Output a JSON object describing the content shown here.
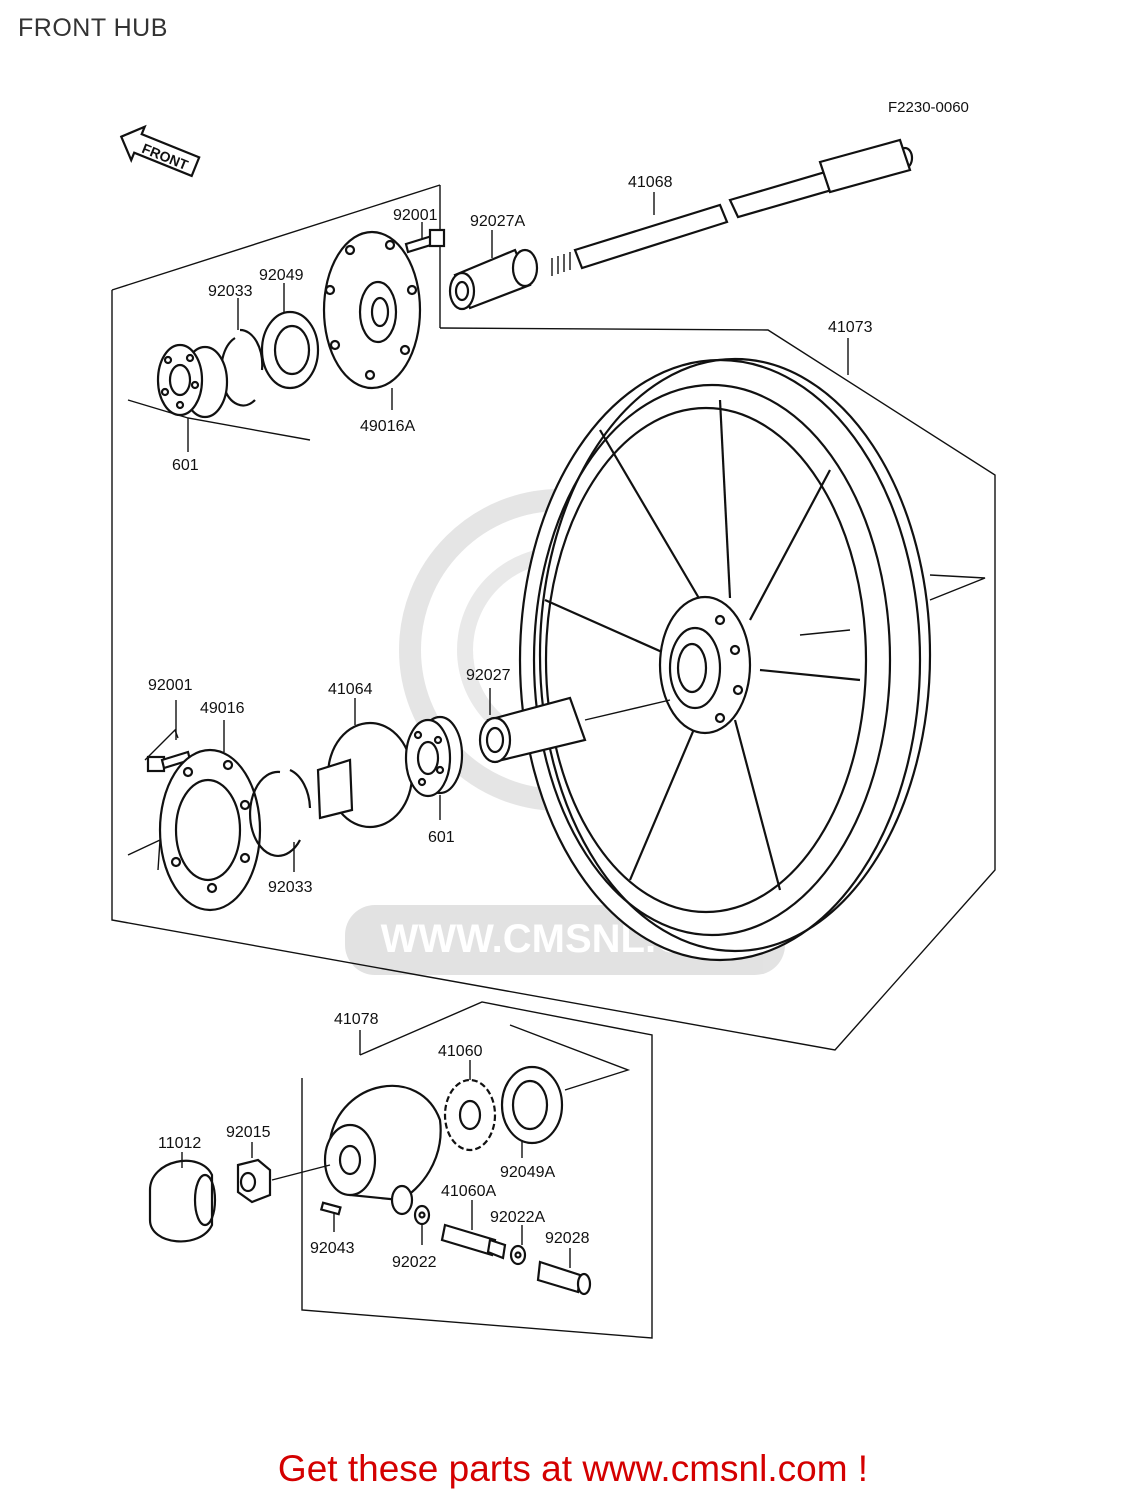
{
  "title": "FRONT HUB",
  "diagram_code": "F2230-0060",
  "front_arrow": "FRONT",
  "watermark": "WWW.CMSNL.COM",
  "footer": {
    "text_prefix": "Get these parts at ",
    "link_text": "www.cmsnl.com",
    "text_suffix": " !"
  },
  "parts": {
    "p41068": "41068",
    "p92027A": "92027A",
    "p92001_top": "92001",
    "p92049_top": "92049",
    "p92033_top": "92033",
    "p49016A": "49016A",
    "p601_top": "601",
    "p41073": "41073",
    "p92001_mid": "92001",
    "p49016": "49016",
    "p41064": "41064",
    "p92027": "92027",
    "p601_mid": "601",
    "p92033_mid": "92033",
    "p41078": "41078",
    "p41060": "41060",
    "p92049A": "92049A",
    "p11012": "11012",
    "p92015": "92015",
    "p41060A": "41060A",
    "p92022A": "92022A",
    "p92028": "92028",
    "p92043": "92043",
    "p92022": "92022"
  }
}
